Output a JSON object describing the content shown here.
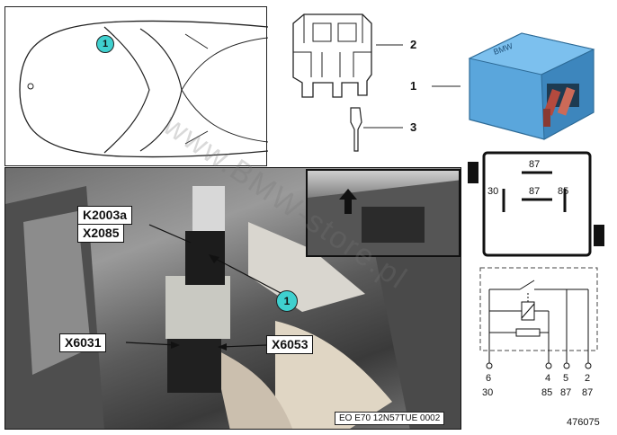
{
  "callouts": {
    "location_marker": "1",
    "relay": "1",
    "relay_socket": "2",
    "terminal": "3"
  },
  "photo_labels": {
    "k2003a": "K2003a",
    "x2085": "X2085",
    "x6031": "X6031",
    "x6053": "X6053",
    "marker": "1"
  },
  "photo_caption": "EO E70 12N57TUE 0002",
  "relay_pins": {
    "top": "87",
    "middle": "87",
    "left": "30",
    "right": "85"
  },
  "schematic": {
    "pin_numbers": [
      "6",
      "4",
      "5",
      "2"
    ],
    "terminals": [
      "30",
      "85",
      "87",
      "87"
    ]
  },
  "ref_number": "476075",
  "watermark": "www.BMW-store.pl",
  "colors": {
    "relay_blue": "#5aa6dc",
    "callout_teal": "#3fd0cf",
    "frame": "#111111"
  }
}
